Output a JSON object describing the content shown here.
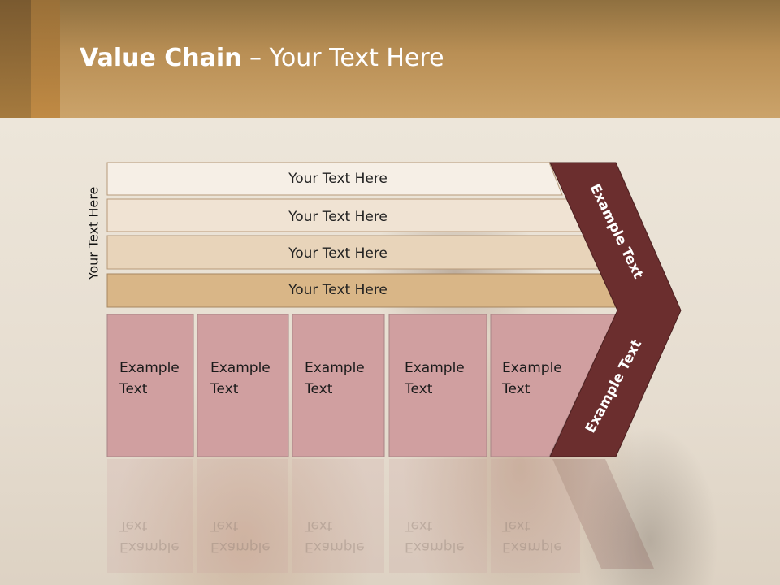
{
  "title": {
    "bold": "Value Chain",
    "rest": " – Your Text Here"
  },
  "side_label": "Your Text Here",
  "rows": [
    {
      "label": "Your Text Here",
      "color": "#f6efe6"
    },
    {
      "label": "Your Text Here",
      "color": "#f0e3d3"
    },
    {
      "label": "Your Text Here",
      "color": "#e8d4ba"
    },
    {
      "label": "Your Text Here",
      "color": "#d9b687"
    }
  ],
  "boxes": [
    {
      "line1": "Example",
      "line2": "Text"
    },
    {
      "line1": "Example",
      "line2": "Text"
    },
    {
      "line1": "Example",
      "line2": "Text"
    },
    {
      "line1": "Example",
      "line2": "Text"
    },
    {
      "line1": "Example",
      "line2": "Text"
    }
  ],
  "chevron": {
    "upper": "Example Text",
    "lower": "Example Text",
    "color": "#6b2e2e"
  },
  "colors": {
    "box_fill": "#d09fa0",
    "box_border": "#a88486"
  }
}
